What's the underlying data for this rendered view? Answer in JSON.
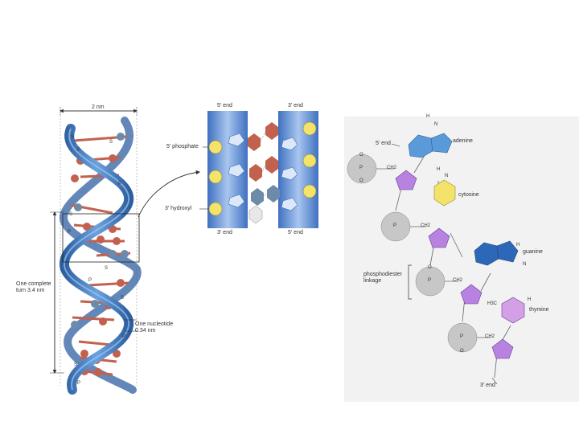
{
  "helix": {
    "width_label": "2 nm",
    "turn_label": "One complete turn 3.4 nm",
    "nucleotide_label": "One nucleotide 0.34 nm",
    "sugar_letter": "S",
    "phosphate_letter": "P"
  },
  "ladder": {
    "top_left": "5' end",
    "top_right": "3' end",
    "bottom_left": "3' end",
    "bottom_right": "5' end",
    "phosphate_label": "5' phosphate",
    "hydroxyl_label": "3' hydroxyl"
  },
  "chain": {
    "five_end": "5' end",
    "three_end": "3' end",
    "linkage_label": "phosphodiester linkage",
    "bases": [
      "adenine",
      "cytosine",
      "guanine",
      "thymine"
    ],
    "atoms": {
      "P": "P",
      "O": "O",
      "CH2": "CH2",
      "H": "H",
      "N": "N",
      "H3C": "H3C"
    }
  },
  "colors": {
    "helix_blue": "#3f7fc4",
    "panel_blue": "#5b8fd6",
    "adenine": "#5b9ad8",
    "cytosine": "#f3e36a",
    "guanine": "#2d67b7",
    "thymine": "#d3a0e6",
    "sugar_pink": "#b882e0",
    "phosphate_gray": "#c7c7c7",
    "base_red": "#c2614e"
  }
}
